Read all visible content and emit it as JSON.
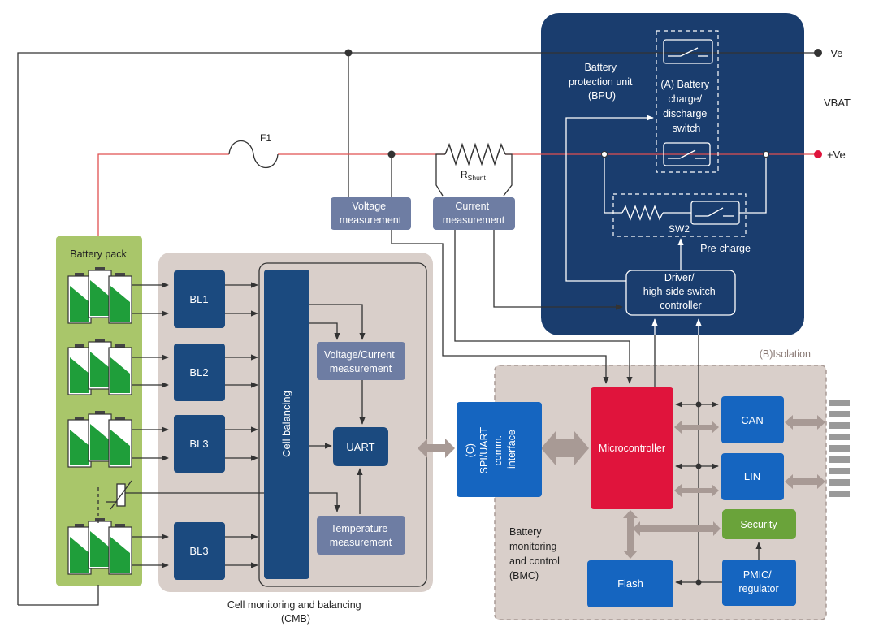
{
  "colors": {
    "bpu_bg": "#1a3d6e",
    "dark_block": "#1b4a7f",
    "blue_block": "#1565c0",
    "light_block": "#6e7da3",
    "red": "#e0143c",
    "green": "#6aa33a",
    "pack_bg": "#a9c66a",
    "gray_region": "#d9cfca",
    "arrow_gray": "#a89a95"
  },
  "labels": {
    "neg_terminal": "-Ve",
    "pos_terminal": "+Ve",
    "vbat": "VBAT",
    "fuse": "F1",
    "shunt_main": "R",
    "shunt_sub": "Shunt",
    "bpu_line1": "Battery",
    "bpu_line2": "protection unit",
    "bpu_line3": "(BPU)",
    "switch_line1": "(A) Battery",
    "switch_line2": "charge/",
    "switch_line3": "discharge",
    "switch_line4": "switch",
    "sw2": "SW2",
    "precharge": "Pre-charge",
    "driver_line1": "Driver/",
    "driver_line2": "high-side switch",
    "driver_line3": "controller",
    "voltage_meas_line1": "Voltage",
    "voltage_meas_line2": "measurement",
    "current_meas_line1": "Current",
    "current_meas_line2": "measurement",
    "battery_pack": "Battery pack",
    "bl1": "BL1",
    "bl2": "BL2",
    "bl3a": "BL3",
    "bl3b": "BL3",
    "cell_balancing": "Cell balancing",
    "vc_meas_line1": "Voltage/Current",
    "vc_meas_line2": "measurement",
    "uart": "UART",
    "temp_meas_line1": "Temperature",
    "temp_meas_line2": "measurement",
    "cmb_line1": "Cell monitoring and balancing",
    "cmb_line2": "(CMB)",
    "comm_line1": "(C)",
    "comm_line2": "SPI/UART",
    "comm_line3": "comm.",
    "comm_line4": "interface",
    "isolation": "(B)Isolation",
    "microcontroller": "Microcontroller",
    "can": "CAN",
    "lin": "LIN",
    "security": "Security",
    "flash": "Flash",
    "pmic_line1": "PMIC/",
    "pmic_line2": "regulator",
    "bmc_line1": "Battery",
    "bmc_line2": "monitoring",
    "bmc_line3": "and control",
    "bmc_line4": "(BMC)"
  }
}
